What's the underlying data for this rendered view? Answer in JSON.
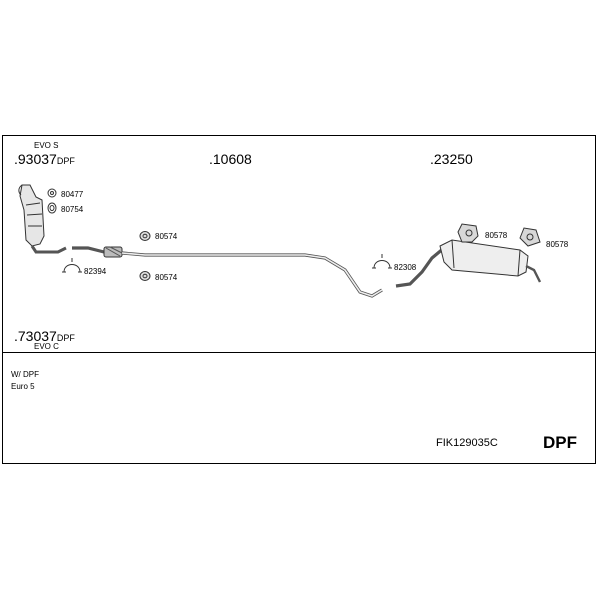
{
  "top_labels": {
    "evo_s": "EVO S",
    "part_93037": ".93037",
    "dpf_suffix_top": "DPF",
    "part_10608": ".10608",
    "part_23250": ".23250"
  },
  "bottom_labels": {
    "part_73037": ".73037",
    "dpf_suffix_bottom": "DPF",
    "evo_c": "EVO C"
  },
  "part_callouts": {
    "p80477": "80477",
    "p80754": "80754",
    "p80574_a": "80574",
    "p80574_b": "80574",
    "p82394": "82394",
    "p82308": "82308",
    "p80578_a": "80578",
    "p80578_b": "80578"
  },
  "notes": {
    "line1": "W/ DPF",
    "line2": "Euro 5"
  },
  "footer": {
    "code": "FIK129035C",
    "badge": "DPF"
  }
}
